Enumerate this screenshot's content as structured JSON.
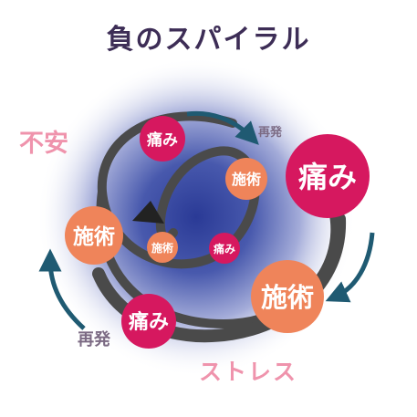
{
  "title": "負のスパイラル",
  "labels": {
    "anxiety": "不安",
    "stress": "ストレス",
    "relapse_top": "再発",
    "relapse_bottom": "再発"
  },
  "nodes": {
    "pain_large": "痛み",
    "treatment_large": "施術",
    "treatment_left": "施術",
    "pain_bottom": "痛み",
    "pain_top": "痛み",
    "treatment_inner": "施術",
    "treatment_small": "施術",
    "pain_small": "痛み"
  },
  "colors": {
    "pain": "#d6185f",
    "treatment": "#ef845a",
    "arrow": "#1f5a72",
    "spiral": "#4a4a4a",
    "anxiety": "#ef93ac",
    "stress": "#ef93ac",
    "relapse_label": "#7b6a83",
    "title": "#3d2d56"
  }
}
